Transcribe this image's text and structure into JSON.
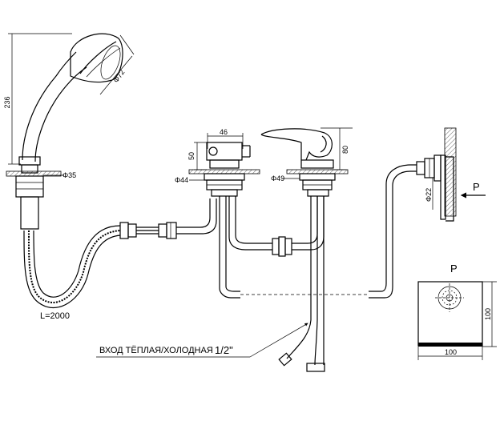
{
  "dimensions": {
    "hand_height": "236",
    "head_diameter": "Φ72",
    "base_diameter_left": "Φ35",
    "hose_length": "L=2000",
    "valve_width": "46",
    "valve_height": "50",
    "valve_base_diameter": "Φ44",
    "spout_height": "80",
    "spout_base_diameter": "Φ49",
    "wall_connector_diameter": "Φ22",
    "plate_height": "100",
    "plate_width": "100"
  },
  "labels": {
    "inlet": "ВХОД  ТЁПЛАЯ/ХОЛОДНАЯ",
    "inlet_size": "1/2\"",
    "view_arrow": "P",
    "view_title": "P"
  }
}
